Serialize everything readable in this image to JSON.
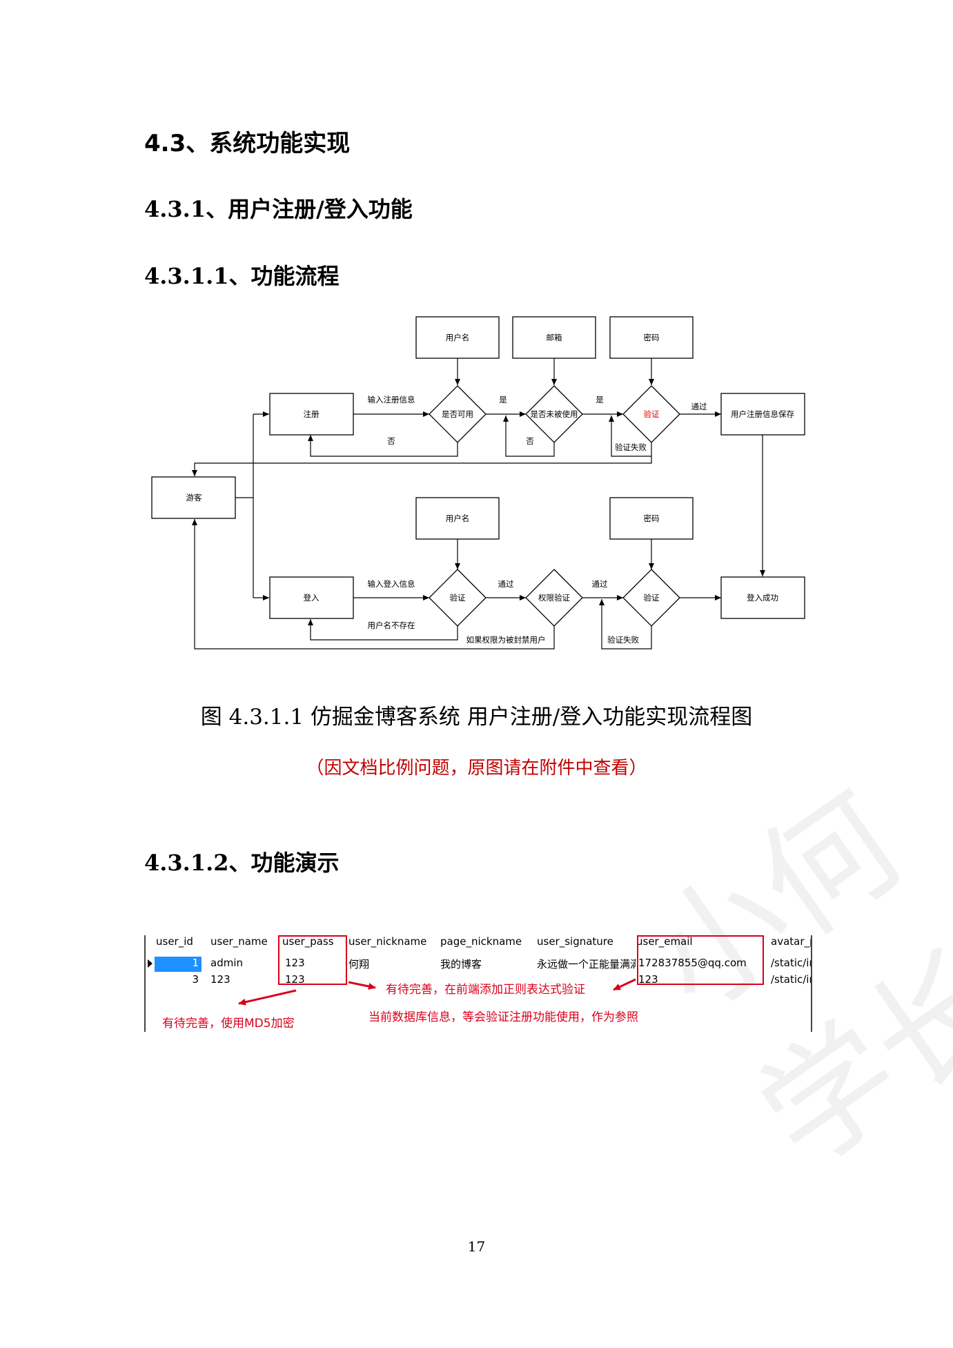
{
  "headings": {
    "h1": "4.3、系统功能实现",
    "h2": "4.3.1、用户注册/登入功能",
    "h3a": "4.3.1.1、功能流程",
    "h3b": "4.3.1.2、功能演示"
  },
  "flowchart": {
    "nodes": {
      "username_top": "用户名",
      "email": "邮箱",
      "password_top": "密码",
      "register": "注册",
      "check_available": "是否可用",
      "check_unused": "是否未被使用",
      "verify_top": "验证",
      "save_reg": "用户注册信息保存",
      "guest": "游客",
      "username_bottom": "用户名",
      "password_bottom": "密码",
      "login": "登入",
      "verify_login": "验证",
      "perm_verify": "权限验证",
      "verify_bottom": "验证",
      "login_success": "登入成功"
    },
    "edges": {
      "input_reg": "输入注册信息",
      "yes1": "是",
      "yes2": "是",
      "pass1": "通过",
      "no1": "否",
      "no2": "否",
      "verify_fail_top": "验证失败",
      "input_login": "输入登入信息",
      "pass2": "通过",
      "pass3": "通过",
      "user_not_exist": "用户名不存在",
      "banned": "如果权限为被封禁用户",
      "verify_fail_bottom": "验证失败"
    },
    "colors": {
      "verify_top_text": "#e00000"
    }
  },
  "caption": "图 4.3.1.1 仿掘金博客系统 用户注册/登入功能实现流程图",
  "note": "（因文档比例问题，原图请在附件中查看）",
  "db_table": {
    "columns": [
      "user_id",
      "user_name",
      "user_pass",
      "user_nickname",
      "page_nickname",
      "user_signature",
      "user_email",
      "avatar_p"
    ],
    "rows": [
      {
        "id": "1",
        "name": "admin",
        "pass": "123",
        "nickname": "何翔",
        "page": "我的博客",
        "signature": "永远做一个正能量满满",
        "email": "172837855@qq.com",
        "avatar": "/static/ir"
      },
      {
        "id": "3",
        "name": "123",
        "pass": "123",
        "nickname": "",
        "page": "",
        "signature": "",
        "email": "123",
        "avatar": "/static/ir"
      }
    ]
  },
  "annotations": {
    "md5": "有待完善，使用MD5加密",
    "regex": "有待完善，在前端添加正则表达式验证",
    "reference": "当前数据库信息，等会验证注册功能使用，作为参照"
  },
  "annotation_color": "#d9001b",
  "watermark": "小何学长",
  "page_number": "17"
}
